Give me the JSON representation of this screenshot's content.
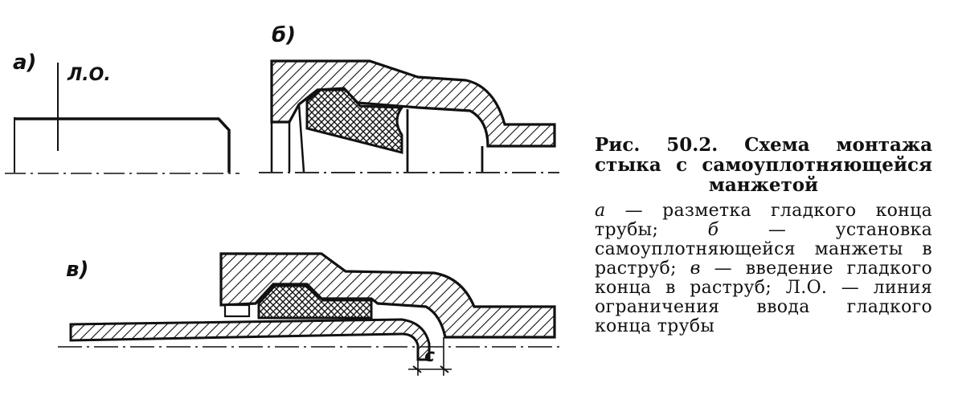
{
  "figure": {
    "panel_labels": {
      "a": "а)",
      "b": "б)",
      "v": "в)"
    },
    "lo_label": "Л.О.",
    "gap_label": "с"
  },
  "caption": {
    "title": "Рис. 50.2. Схема монтажа стыка с самоуплотняющейся манжетой",
    "items": [
      {
        "key": "а",
        "text": " — разметка гладкого конца трубы; "
      },
      {
        "key": "б",
        "text": " — установка самоуплотняющейся манжеты в раструб; "
      },
      {
        "key": "в",
        "text": " — введение гладкого конца в раструб; "
      },
      {
        "key": "",
        "text": "Л.О. — линия ограничения ввода гладкого конца трубы"
      }
    ]
  },
  "colors": {
    "ink": "#111111",
    "paper": "#ffffff"
  }
}
